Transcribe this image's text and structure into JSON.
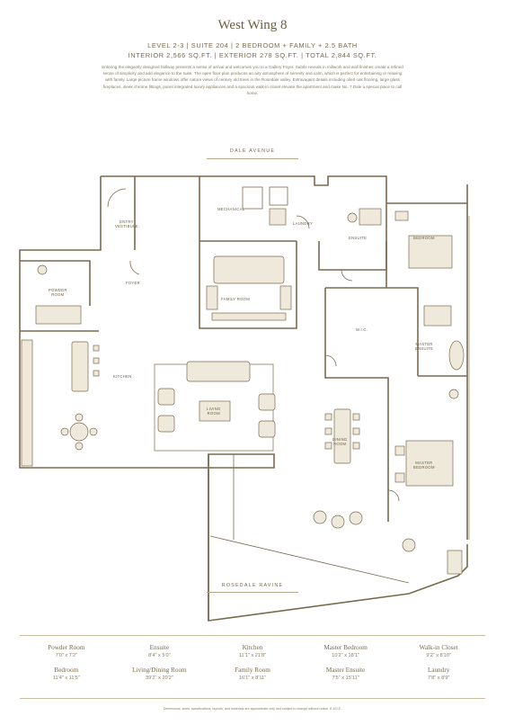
{
  "title": "West Wing 8",
  "spec_line_1": "LEVEL 2-3 | SUITE 204 | 2 BEDROOM + FAMILY + 2.5 BATH",
  "spec_line_2": "INTERIOR 2,566 SQ.FT. | EXTERIOR 278 SQ.FT. | TOTAL 2,844 SQ.FT.",
  "description": "Entering the elegantly designed hallway presents a sense of arrival and welcomes you to a Gallery Foyer. Subtle reveals in millwork and wall finishes create a refined sense of simplicity and add elegance to the suite. The open floor plan produces an airy atmosphere of serenity and calm, which is perfect for entertaining or relaxing with family. Large picture frame windows offer nature views of century old trees in the Rosedale valley. Extravagant details including oiled oak flooring, large glass fireplaces, sleek chrome fittings, panel integrated luxury appliances and a spacious walk-in closet elevate the apartment and make No. 7 Dale a special place to call home.",
  "street_top": "DALE AVENUE",
  "street_bottom": "ROSEDALE RAVINE",
  "rooms": {
    "entry": "ENTRY\nVESTIBULE",
    "mechanical": "MECHANICAL",
    "laundry": "LAUNDRY",
    "ensuite": "ENSUITE",
    "bedroom": "BEDROOM",
    "powder": "POWDER\nROOM",
    "foyer": "FOYER",
    "family": "FAMILY ROOM",
    "wic": "W.I.C.",
    "master_ensuite": "MASTER\nENSUITE",
    "kitchen": "KITCHEN",
    "living": "LIVING\nROOM",
    "dining": "DINING\nROOM",
    "master_bedroom": "MASTER\nBEDROOM"
  },
  "dimensions": [
    {
      "name": "Powder Room",
      "value": "7'0\" x 7'2\""
    },
    {
      "name": "Ensuite",
      "value": "8'4\" x 5'0\""
    },
    {
      "name": "Kitchen",
      "value": "11'1\" x 21'8\""
    },
    {
      "name": "Master Bedroom",
      "value": "10'2\" x 18'1\""
    },
    {
      "name": "Walk-in Closet",
      "value": "9'2\" x 8'10\""
    },
    {
      "name": "Bedroom",
      "value": "11'4\" x 11'5\""
    },
    {
      "name": "Living/Dining Room",
      "value": "39'2\" x 20'2\""
    },
    {
      "name": "Family Room",
      "value": "16'1\" x 8'11\""
    },
    {
      "name": "Master Ensuite",
      "value": "7'5\" x 15'11\""
    },
    {
      "name": "Laundry",
      "value": "7'8\" x 8'9\""
    }
  ],
  "disclaimer": "Dimensions, sizes, specifications, layouts, and materials are approximate only and subject to change without notice. E.&O.E.",
  "colors": {
    "line": "#7a6a4d",
    "fill": "#efe9dc",
    "text": "#6d5e3e"
  }
}
